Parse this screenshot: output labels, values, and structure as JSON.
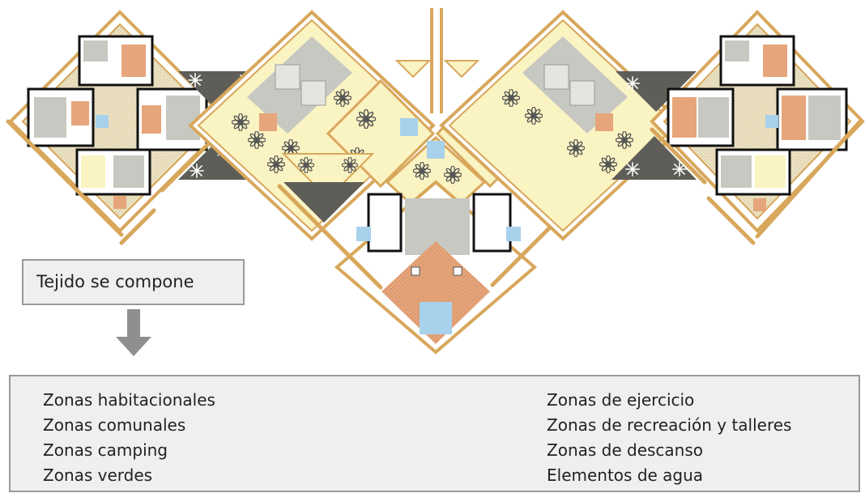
{
  "callout": {
    "label": "Tejido se compone"
  },
  "legend": {
    "left_items": [
      "Zonas habitacionales",
      "Zonas comunales",
      "Zonas camping",
      "Zonas verdes"
    ],
    "right_items": [
      "Zonas de ejercicio",
      "Zonas de recreación y talleres",
      "Zonas de descanso",
      "Elementos de agua"
    ]
  },
  "palette": {
    "walkway": "#d8a75b",
    "green_zone": "#faf3c2",
    "dark_zone": "#5e5d57",
    "deck": "#e6a57b",
    "water": "#a8d1ec",
    "gray_floor": "#c8c8c2",
    "wall": "#111111"
  }
}
